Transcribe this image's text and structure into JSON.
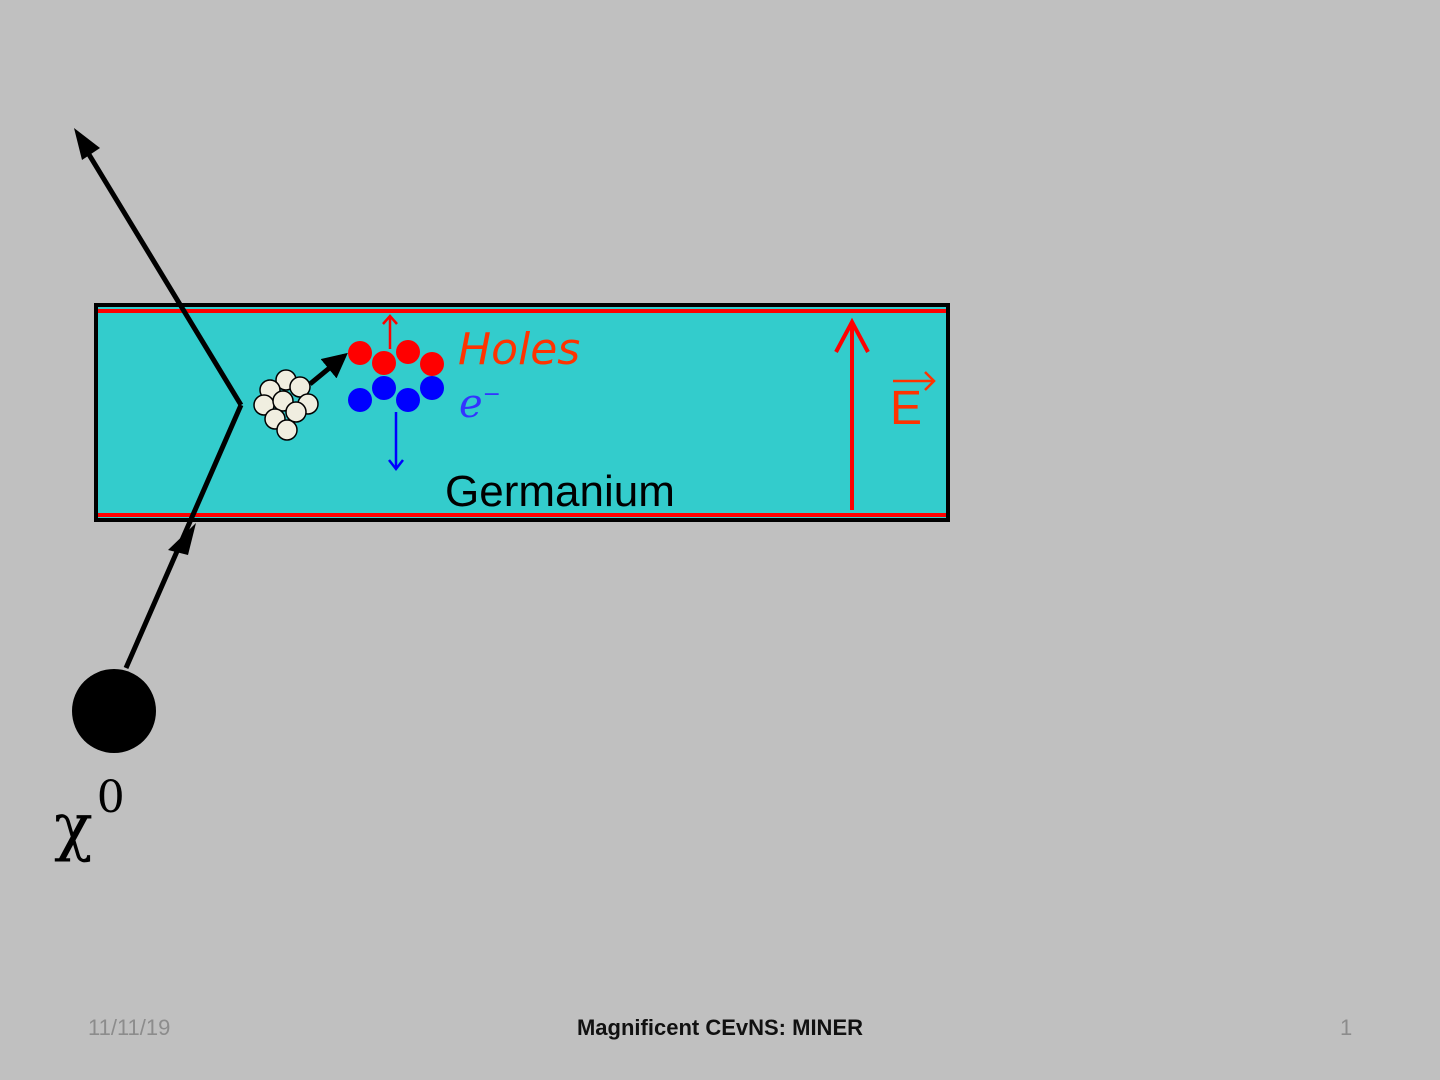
{
  "slide": {
    "material_label": "Germanium",
    "holes_label": "Holes",
    "electron_label": "e",
    "electron_superscript": "−",
    "field_label": "E",
    "particle_label": "χ",
    "particle_superscript": "0"
  },
  "colors": {
    "background": "#c0c0c0",
    "crystal": "#33cccc",
    "electrode": "#ff0000",
    "holes": "#ff0000",
    "holes_label": "#ff3300",
    "electrons": "#0000ff",
    "electron_label": "#3333ff",
    "field": "#ff0000",
    "nucleus": "#f0eee0",
    "track": "#000000"
  },
  "footer": {
    "date": "11/11/19",
    "title": "Magnificent CEvNS: MINER",
    "page": "1"
  }
}
